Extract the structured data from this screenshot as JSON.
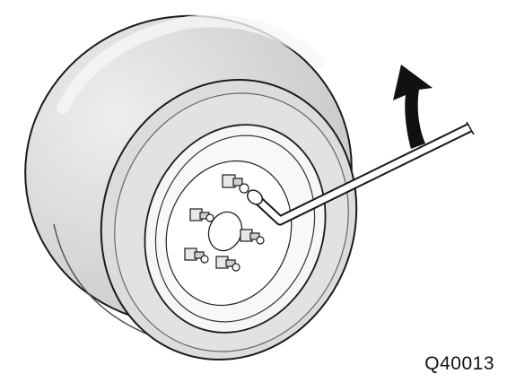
{
  "figure": {
    "code": "Q40013",
    "subject": "wheel-with-lug-nut-wrench",
    "arrow_direction": "up"
  },
  "colors": {
    "tire_fill": "#d4d4d4",
    "tire_highlight": "#e9e9e9",
    "wheel_fill": "#f4f4f4",
    "outline": "#1a1a1a",
    "arrow": "#111111"
  }
}
